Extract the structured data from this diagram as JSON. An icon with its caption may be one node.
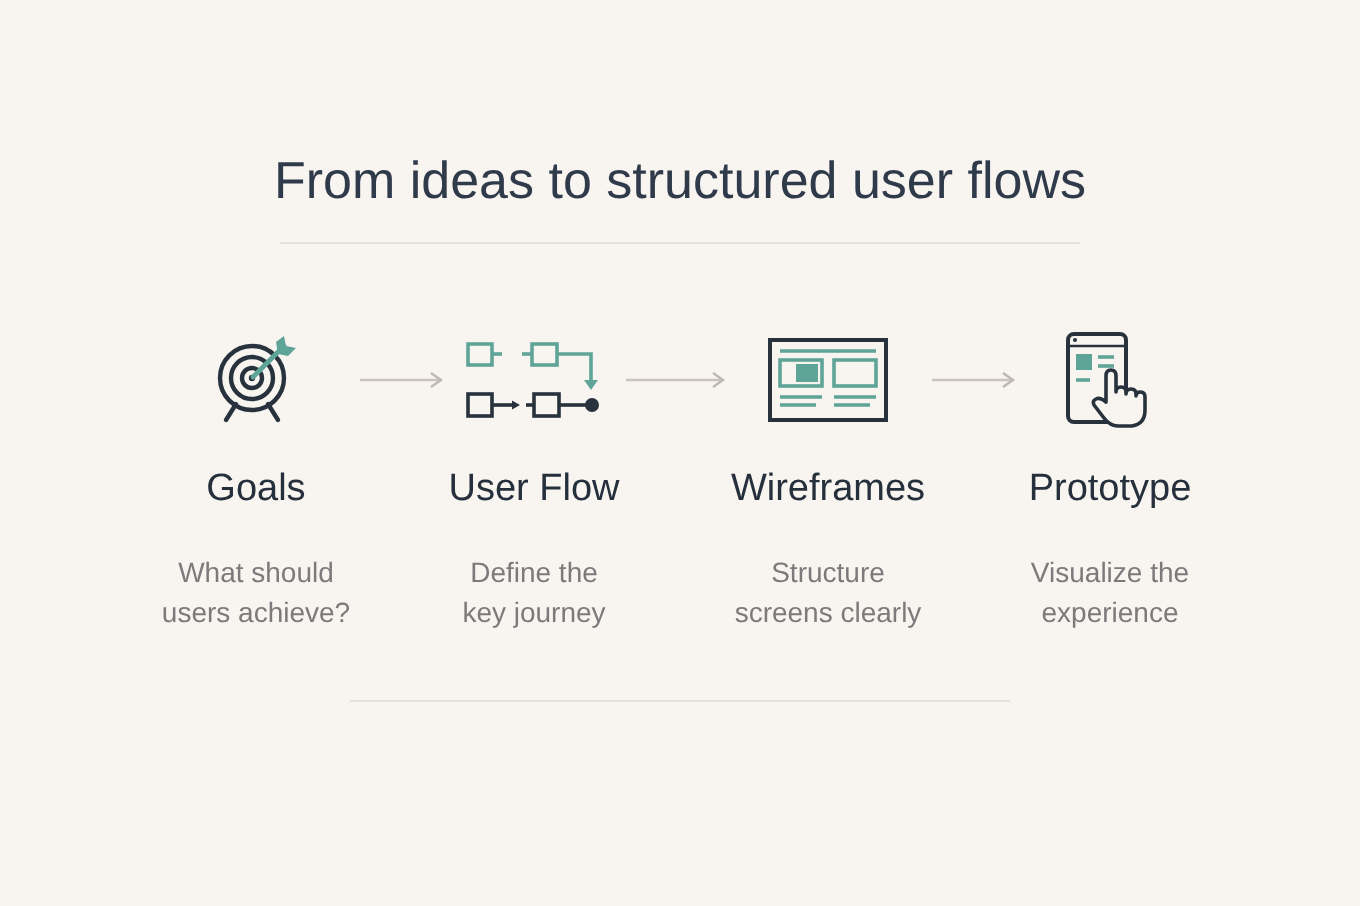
{
  "diagram": {
    "title": "From ideas to structured user flows",
    "nodes": [
      {
        "text": [
          "Goals",
          "What should users achieve?"
        ]
      },
      {
        "text": [
          "User Flow",
          "Define the key journey"
        ]
      },
      {
        "text": [
          "Wireframes",
          "Structure screens clearly"
        ]
      },
      {
        "text": [
          "Prototype",
          "Visualize the experience"
        ]
      }
    ],
    "edges": [
      {
        "from": 0,
        "to": 1,
        "arrow": "to"
      },
      {
        "from": 1,
        "to": 2,
        "arrow": "to"
      },
      {
        "from": 2,
        "to": 3,
        "arrow": "to"
      }
    ]
  }
}
